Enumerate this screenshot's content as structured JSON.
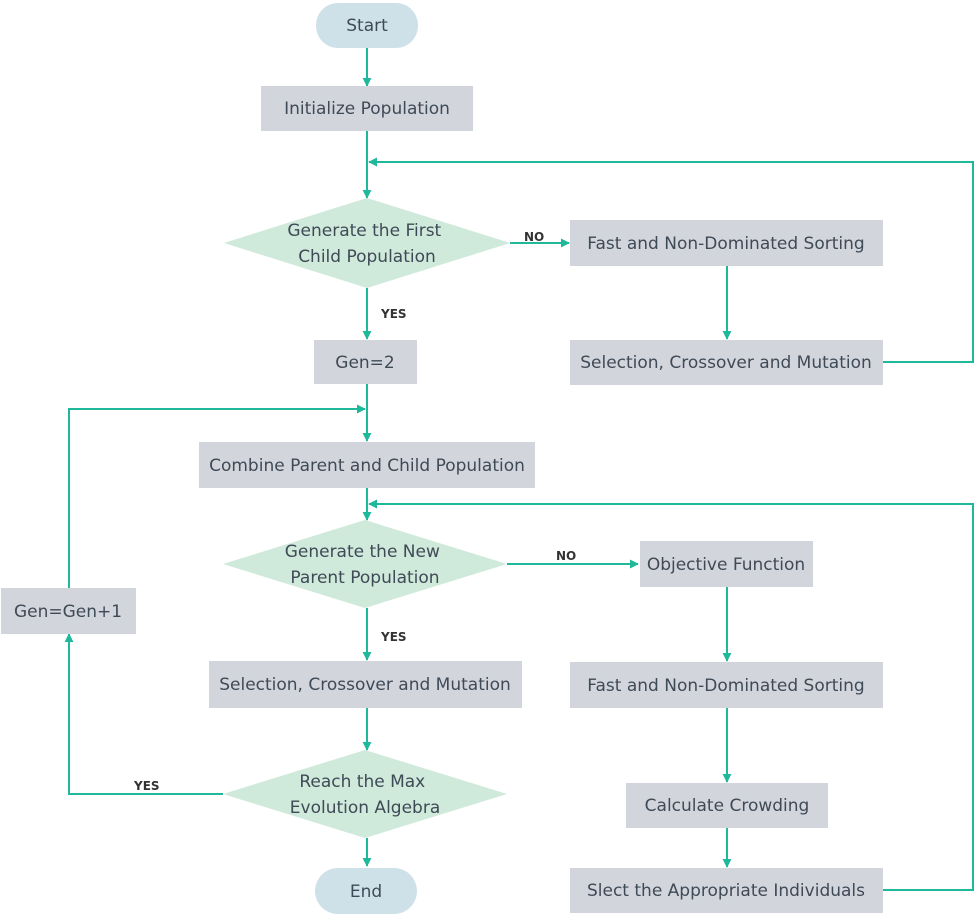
{
  "colors": {
    "terminal": "#cfe1e8",
    "process": "#d3d5dc",
    "decision": "#cfe9da",
    "edge": "#1fb89a",
    "text": "#3f4a57",
    "label": "#333333"
  },
  "nodes": {
    "start": {
      "lines": [
        "Start"
      ]
    },
    "init": {
      "lines": [
        "Initialize Population"
      ]
    },
    "dec1": {
      "lines": [
        "Generate the First",
        "Child Population"
      ]
    },
    "fast1": {
      "lines": [
        "Fast and Non-Dominated Sorting"
      ]
    },
    "sel1": {
      "lines": [
        "Selection, Crossover and Mutation"
      ]
    },
    "gen2": {
      "lines": [
        "Gen=2"
      ]
    },
    "combine": {
      "lines": [
        "Combine Parent and Child Population"
      ]
    },
    "dec2": {
      "lines": [
        "Generate the New",
        "Parent Population"
      ]
    },
    "objective": {
      "lines": [
        "Objective Function"
      ]
    },
    "fast2": {
      "lines": [
        "Fast and Non-Dominated Sorting"
      ]
    },
    "crowding": {
      "lines": [
        "Calculate Crowding"
      ]
    },
    "slect": {
      "lines": [
        "Slect the Appropriate Individuals"
      ]
    },
    "sel2": {
      "lines": [
        "Selection, Crossover and Mutation"
      ]
    },
    "dec3": {
      "lines": [
        "Reach the Max",
        "Evolution Algebra"
      ]
    },
    "genplus": {
      "lines": [
        "Gen=Gen+1"
      ]
    },
    "end": {
      "lines": [
        "End"
      ]
    }
  },
  "edge_labels": {
    "no1": "NO",
    "yes1": "YES",
    "no2": "NO",
    "yes2": "YES",
    "yes3": "YES"
  }
}
